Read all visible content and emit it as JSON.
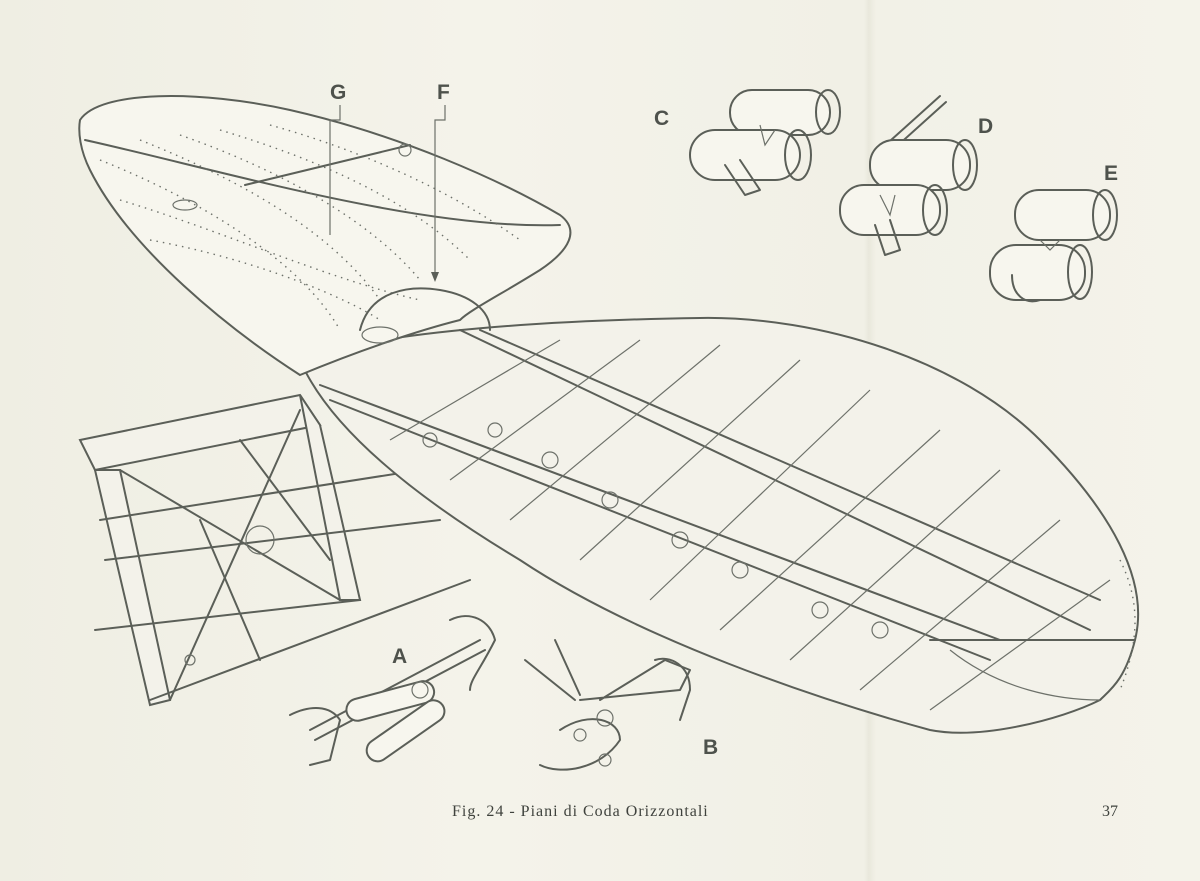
{
  "labels": {
    "g": "G",
    "f": "F",
    "c": "C",
    "d": "D",
    "e": "E",
    "a": "A",
    "b": "B"
  },
  "caption": "Fig. 24 - Piani di Coda Orizzontali",
  "page_number": "37"
}
